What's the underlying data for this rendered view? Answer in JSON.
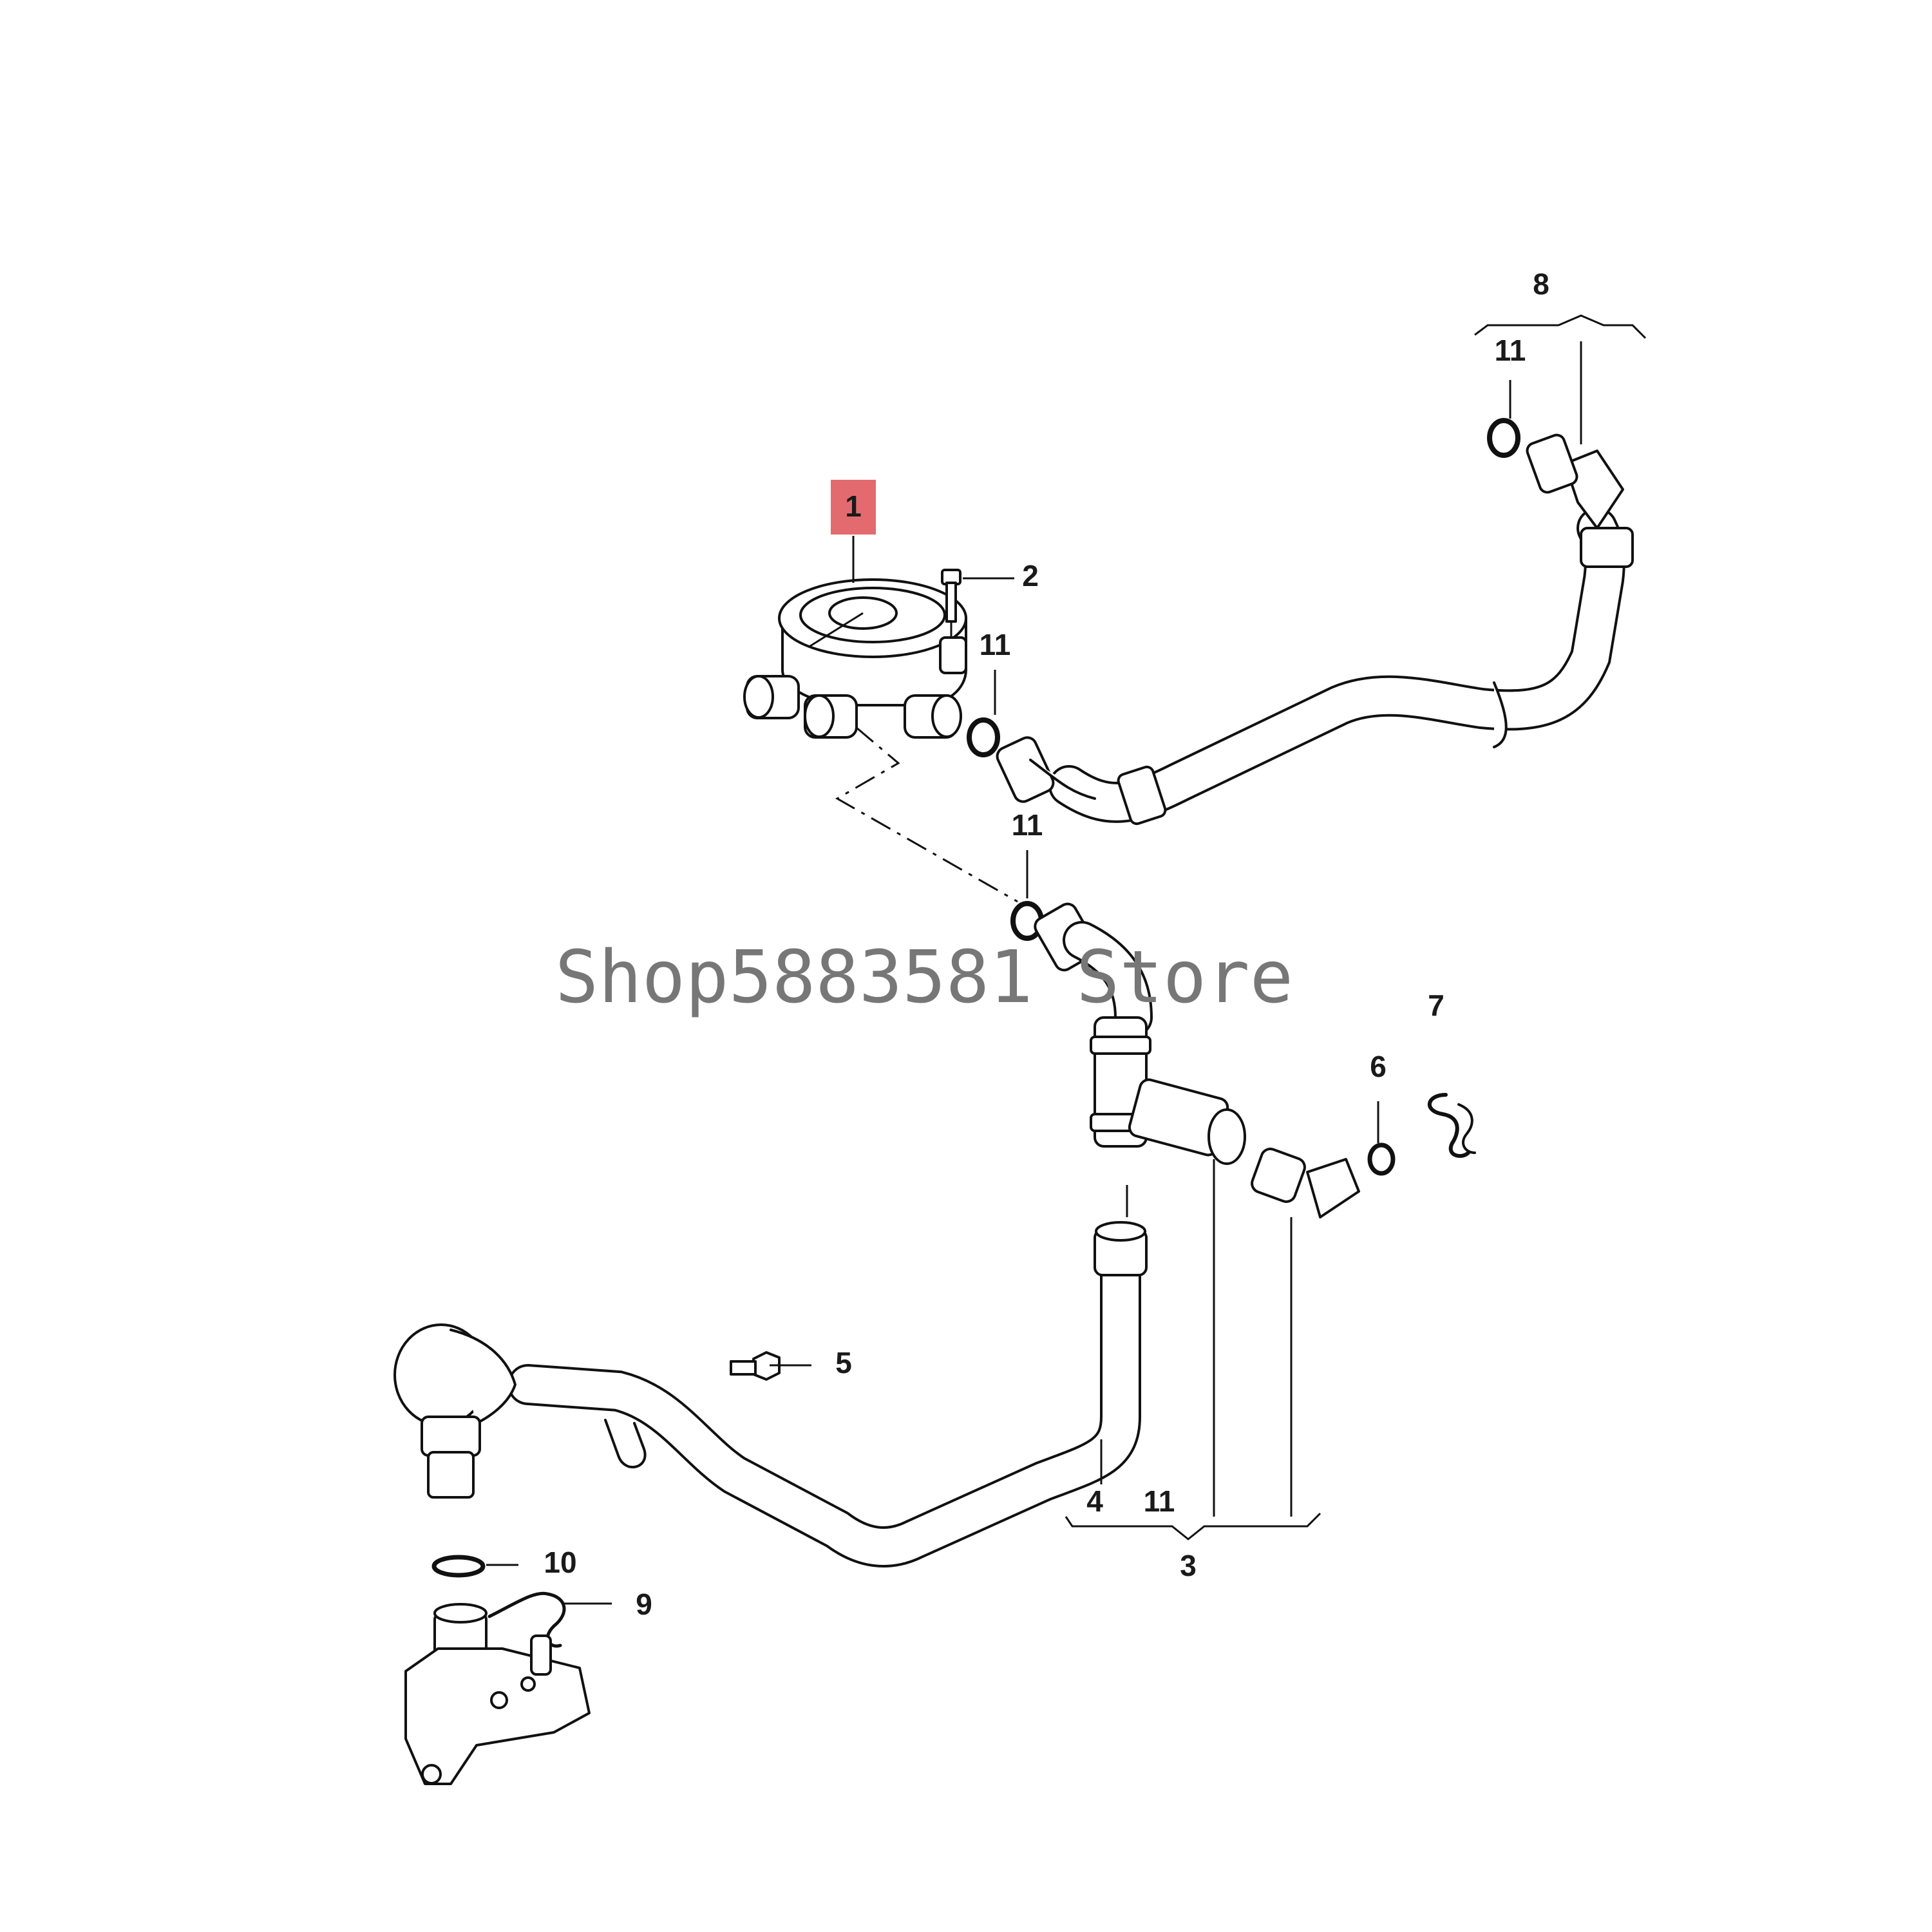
{
  "diagram": {
    "callouts": {
      "c1": "1",
      "c2": "2",
      "c3": "3",
      "c4": "4",
      "c5": "5",
      "c6": "6",
      "c7": "7",
      "c8": "8",
      "c9": "9",
      "c10": "10",
      "c11a": "11",
      "c11b": "11",
      "c11c": "11",
      "c11d": "11"
    },
    "highlight_color": "#e36b6f",
    "watermark": "Shop5883581 Store"
  }
}
